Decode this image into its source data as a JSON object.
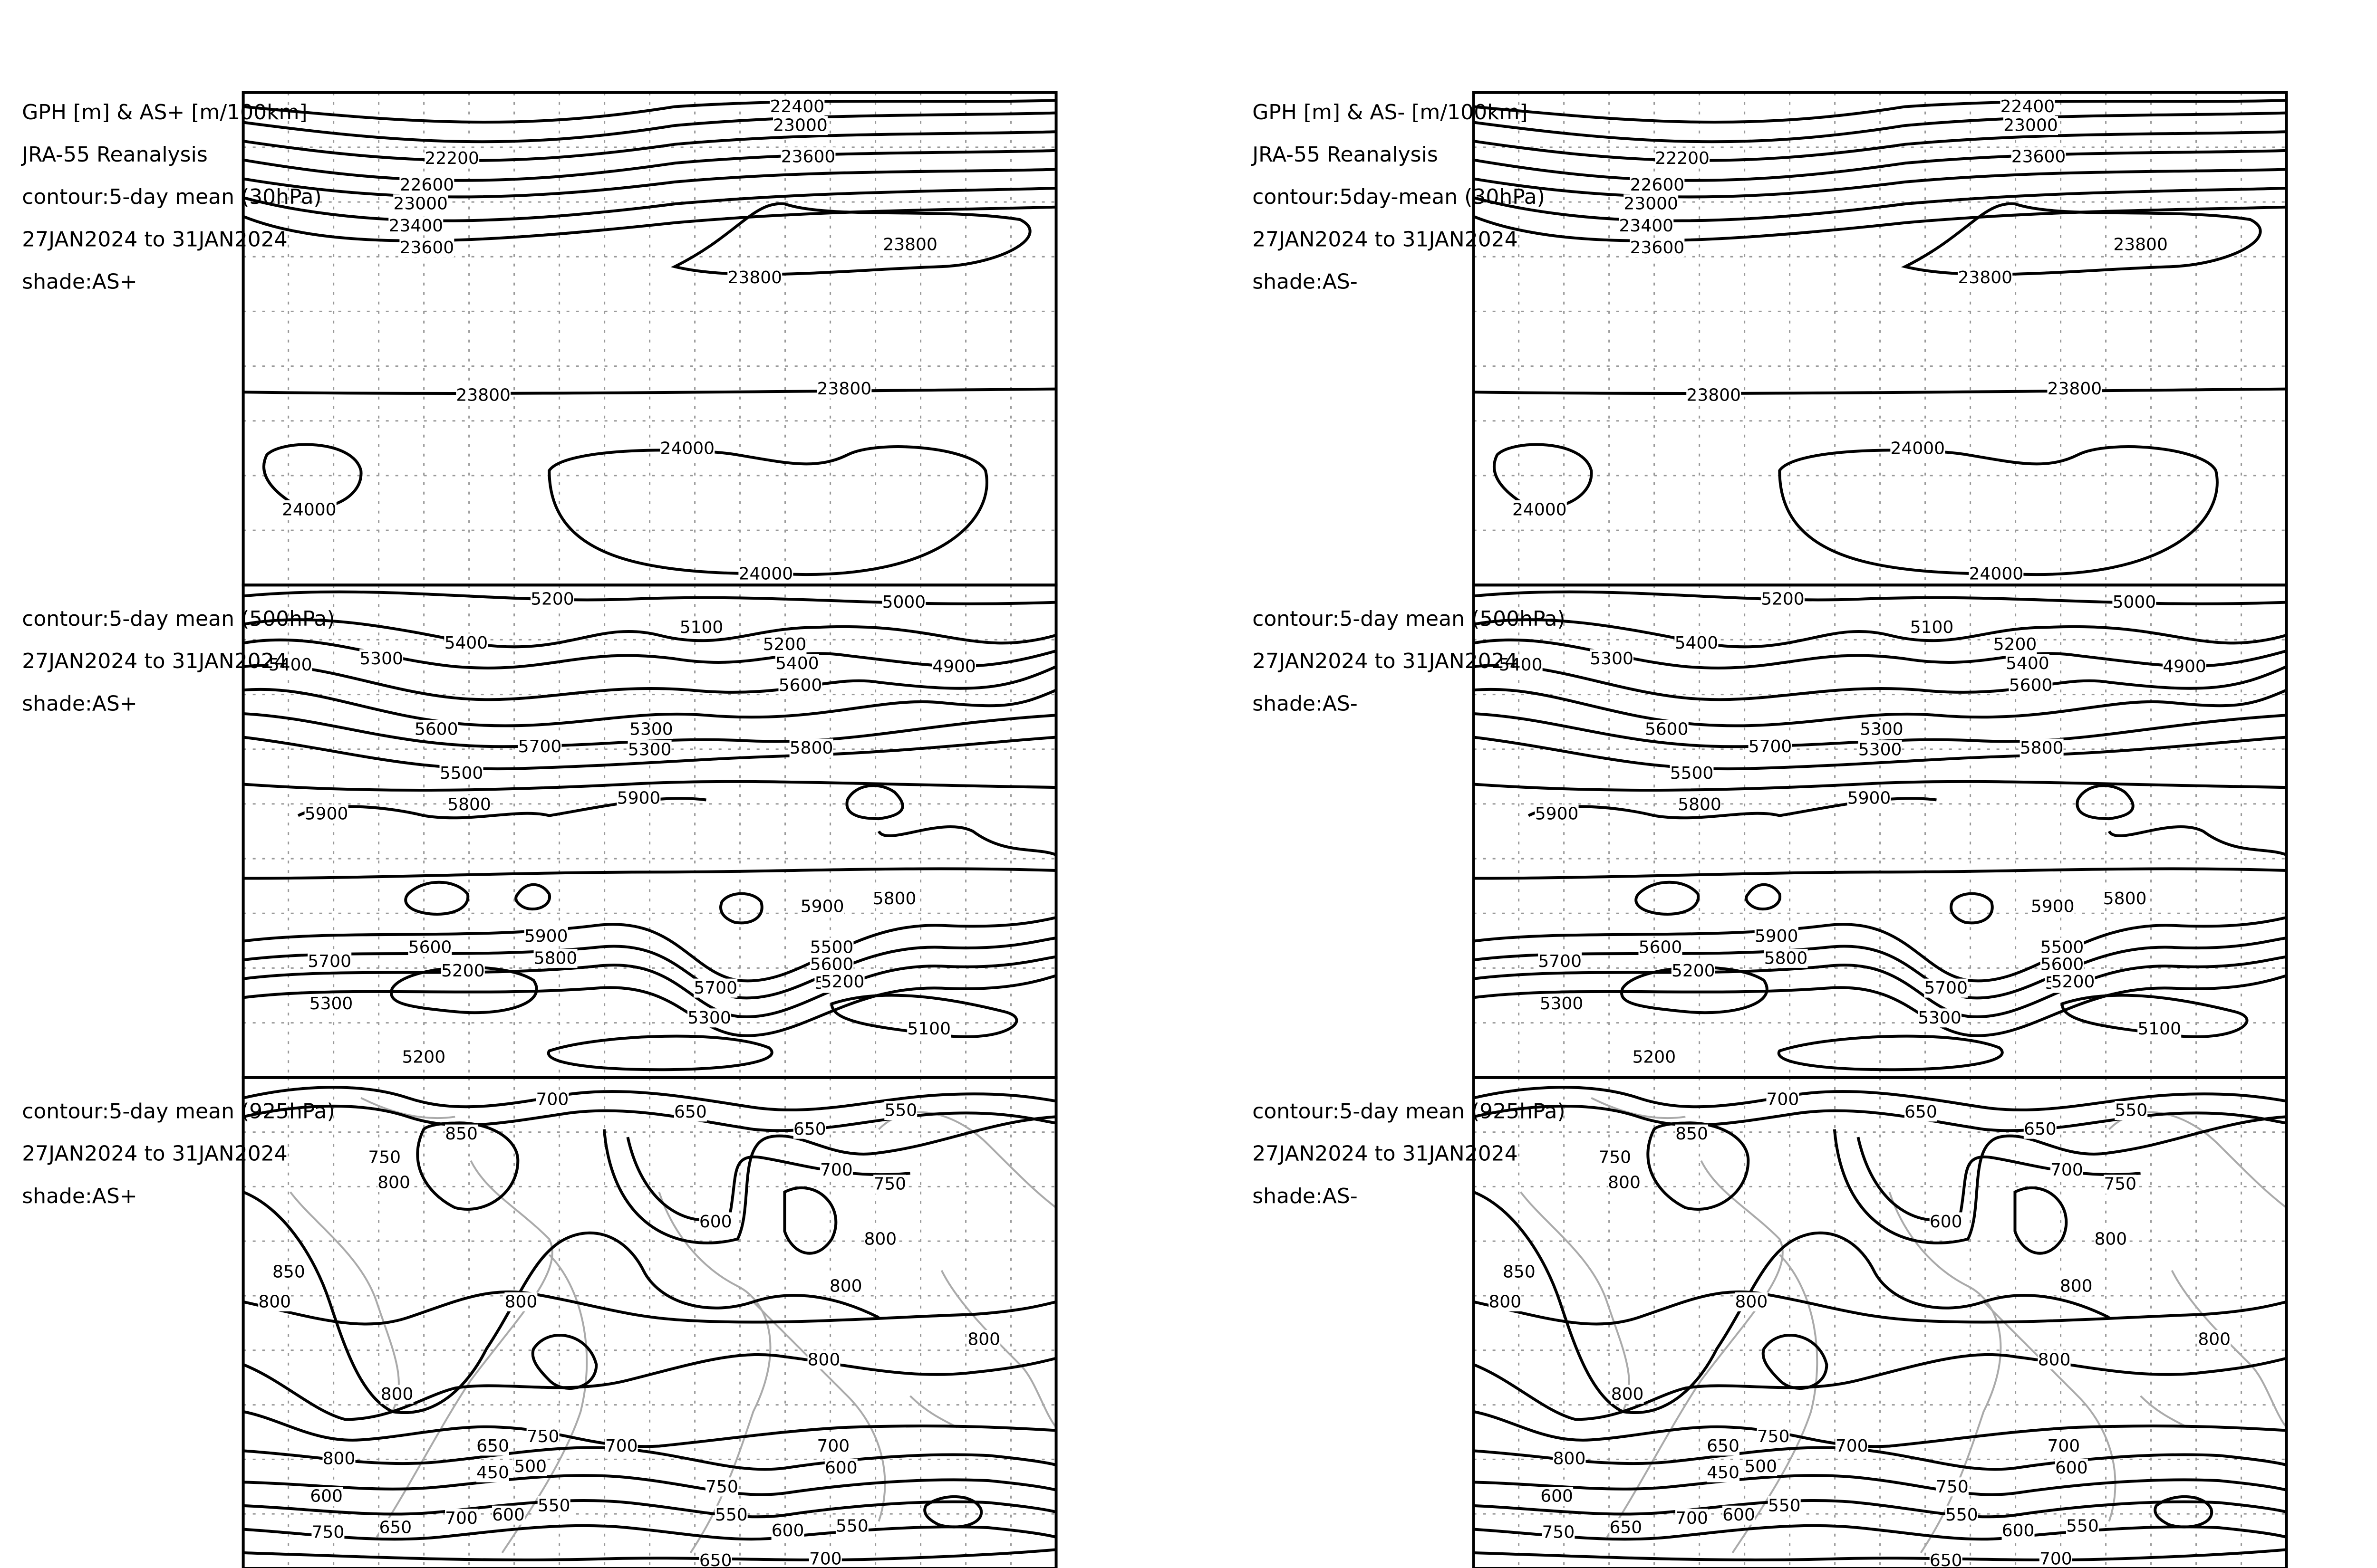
{
  "panels": [
    {
      "header": [
        "GPH [m] & AS+ [m/100km]",
        "JRA-55 Reanalysis",
        "contour:5-day mean (30hPa)",
        "27JAN2024 to 31JAN2024",
        "shade:AS+"
      ],
      "mid": [
        "contour:5-day mean (500hPa)",
        "27JAN2024 to 31JAN2024",
        "shade:AS+"
      ],
      "bottom": [
        "contour:5-day mean (925hPa)",
        "27JAN2024 to 31JAN2024",
        "shade:AS+"
      ]
    },
    {
      "header": [
        "GPH [m] & AS- [m/100km]",
        "JRA-55 Reanalysis",
        "contour:5day-mean (30hPa)",
        "27JAN2024 to 31JAN2024",
        "shade:AS-"
      ],
      "mid": [
        "contour:5-day mean (500hPa)",
        "27JAN2024 to 31JAN2024",
        "shade:AS-"
      ],
      "bottom": [
        "contour:5-day mean (925hPa)",
        "27JAN2024 to 31JAN2024",
        "shade:AS-"
      ]
    }
  ],
  "contour_labels": {
    "p30": [
      "22400",
      "23000",
      "22200",
      "23600",
      "22600",
      "23000",
      "23400",
      "23600",
      "23800",
      "23800",
      "23800",
      "23800",
      "24000",
      "24000",
      "24000"
    ],
    "p500": [
      "5200",
      "5000",
      "5100",
      "5200",
      "5400",
      "4900",
      "5400",
      "5600",
      "5300",
      "5400",
      "5300",
      "5600",
      "5700",
      "5300",
      "5500",
      "5800",
      "5800",
      "5900",
      "5900",
      "5900",
      "5800",
      "5900",
      "5700",
      "5600",
      "5800",
      "5500",
      "5600",
      "5400",
      "5200",
      "5200",
      "5300",
      "5700",
      "5300",
      "5100",
      "5200"
    ],
    "p925": [
      "700",
      "650",
      "550",
      "650",
      "850",
      "750",
      "800",
      "700",
      "750",
      "600",
      "800",
      "850",
      "800",
      "800",
      "800",
      "800",
      "800",
      "800",
      "800",
      "750",
      "700",
      "650",
      "700",
      "600",
      "450",
      "500",
      "750",
      "550",
      "600",
      "550",
      "600",
      "750",
      "650",
      "700",
      "600",
      "550",
      "650",
      "700"
    ]
  },
  "colors": {
    "contour": "#000000",
    "coast": "#aaaaaa",
    "grid": "#999999"
  }
}
